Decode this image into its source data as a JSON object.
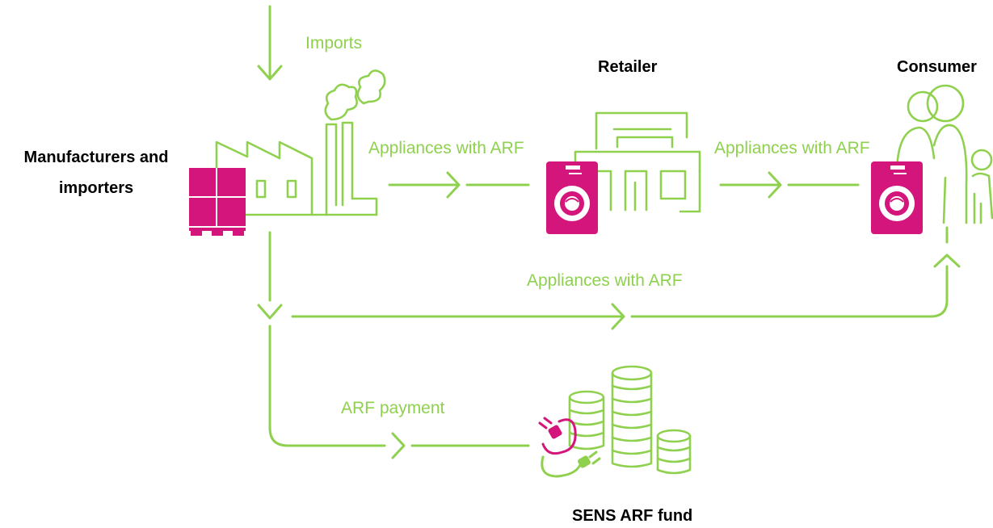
{
  "nodes": {
    "manufacturers": "Manufacturers and importers",
    "retailer": "Retailer",
    "consumer": "Consumer",
    "fund": "SENS ARF fund"
  },
  "flows": {
    "imports": "Imports",
    "to_retailer": "Appliances with ARF",
    "to_consumer": "Appliances with ARF",
    "direct": "Appliances with ARF",
    "payment": "ARF payment"
  },
  "colors": {
    "flow_green": "#8fd14f",
    "accent_magenta": "#d4157b",
    "label_black": "#000000"
  },
  "icons": [
    "factory-icon",
    "pallet-icon",
    "washing-machine-icon",
    "shop-icon",
    "family-icon",
    "coins-icon",
    "plug-icon"
  ]
}
